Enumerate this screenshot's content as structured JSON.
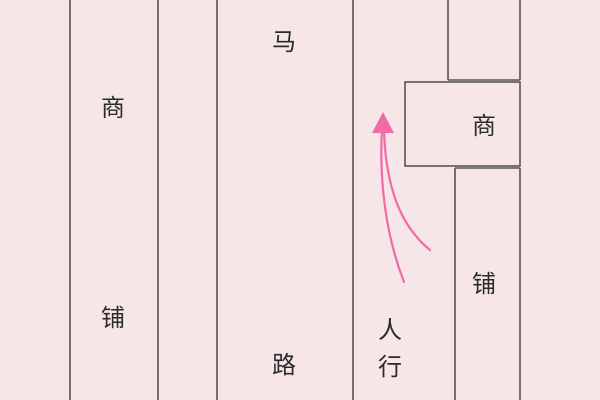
{
  "diagram": {
    "labels": {
      "left_shop_1": "商",
      "left_shop_2": "铺",
      "road_1": "马",
      "road_2": "路",
      "right_shop_1": "商",
      "right_shop_2": "铺",
      "sidewalk_1": "人",
      "sidewalk_2": "行"
    },
    "colors": {
      "background": "#f7e6e8",
      "lines": "#555555",
      "arrow": "#f06aa6",
      "text": "#2a2a2a"
    }
  }
}
